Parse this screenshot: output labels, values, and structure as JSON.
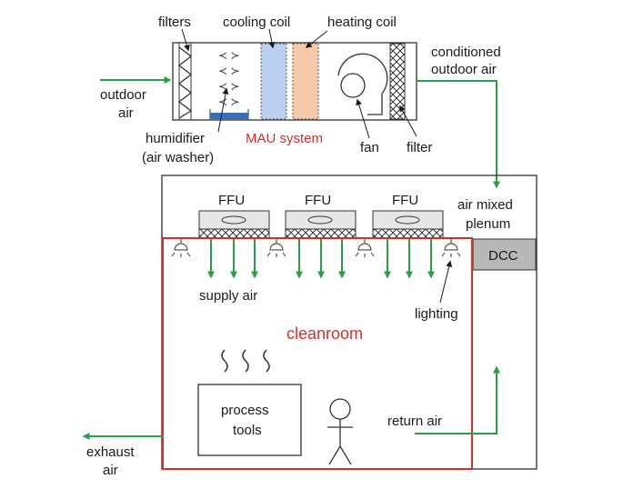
{
  "colors": {
    "arrow_green": "#2e9e44",
    "red": "#d0312d",
    "cooling_coil": "#b9cff0",
    "heating_coil": "#f6c9a8",
    "humidifier_water": "#3a6fb5",
    "dcc_fill": "#b8b8b8",
    "ffu_fill": "#e6e6e6"
  },
  "mau": {
    "title": "MAU system",
    "labels": {
      "filters": "filters",
      "cooling_coil": "cooling coil",
      "heating_coil": "heating coil",
      "humidifier_line1": "humidifier",
      "humidifier_line2": "(air washer)",
      "fan": "fan",
      "filter": "filter"
    }
  },
  "inlet": {
    "line1": "outdoor",
    "line2": "air"
  },
  "conditioned": {
    "line1": "conditioned",
    "line2": "outdoor air"
  },
  "plenum": {
    "line1": "air mixed",
    "line2": "plenum"
  },
  "ffu": {
    "units": [
      "FFU",
      "FFU",
      "FFU"
    ]
  },
  "dcc": {
    "label": "DCC"
  },
  "cleanroom": {
    "title": "cleanroom",
    "supply_air": "supply air",
    "lighting": "lighting",
    "process_tools_line1": "process",
    "process_tools_line2": "tools",
    "return_air": "return air"
  },
  "exhaust": {
    "line1": "exhaust",
    "line2": "air"
  }
}
